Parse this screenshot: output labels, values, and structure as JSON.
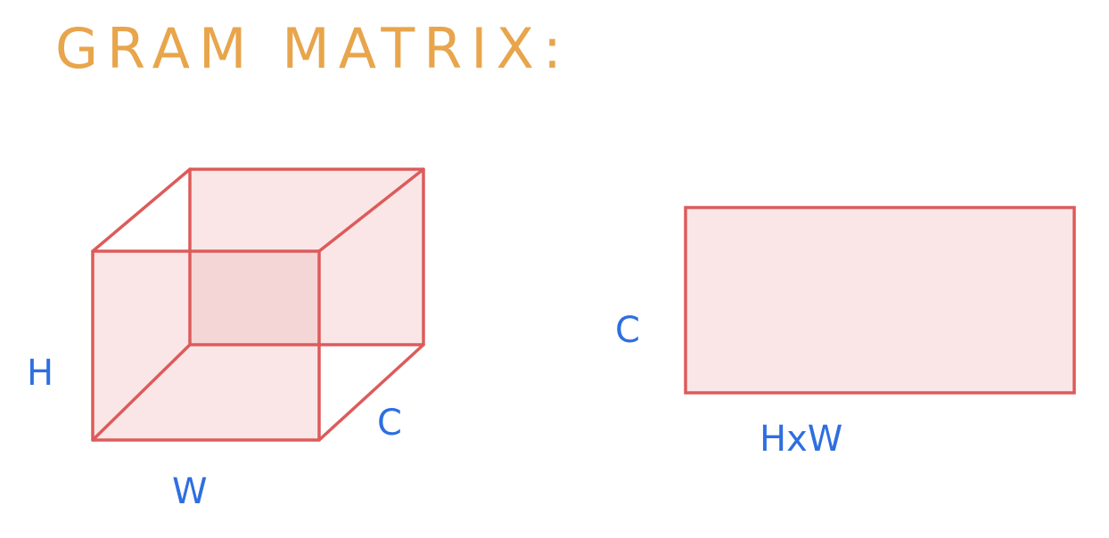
{
  "title": "GRAM MATRIX:",
  "colors": {
    "title": "#E8A54B",
    "outline": "#DD5B5B",
    "fill": "#FAE6E6",
    "fill_dark": "#F5D6D6",
    "label": "#2E6FE0",
    "background": "#FFFFFF"
  },
  "tensor_3d": {
    "labels": {
      "height": "H",
      "width": "W",
      "channels": "C"
    }
  },
  "matrix_2d": {
    "labels": {
      "rows": "C",
      "cols": "HxW"
    }
  }
}
